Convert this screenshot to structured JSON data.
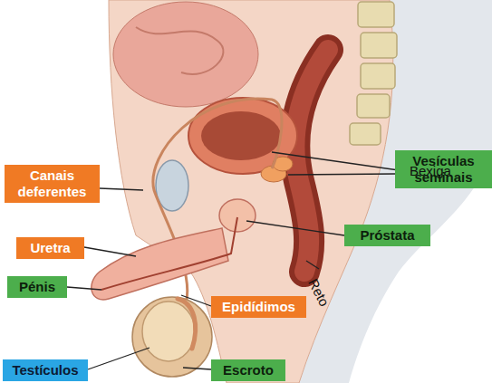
{
  "diagram": {
    "nodes": [
      {
        "text": [
          "Vesículas seminais"
        ]
      },
      {
        "text": [
          "Canais deferentes"
        ]
      },
      {
        "text": [
          "Próstata"
        ]
      },
      {
        "text": [
          "Uretra"
        ]
      },
      {
        "text": [
          "Pénis"
        ]
      },
      {
        "text": [
          "Epidídimos"
        ]
      },
      {
        "text": [
          "Testículos"
        ]
      },
      {
        "text": [
          "Escroto"
        ]
      }
    ],
    "labels": [
      "Bexiga",
      "Reto"
    ]
  }
}
